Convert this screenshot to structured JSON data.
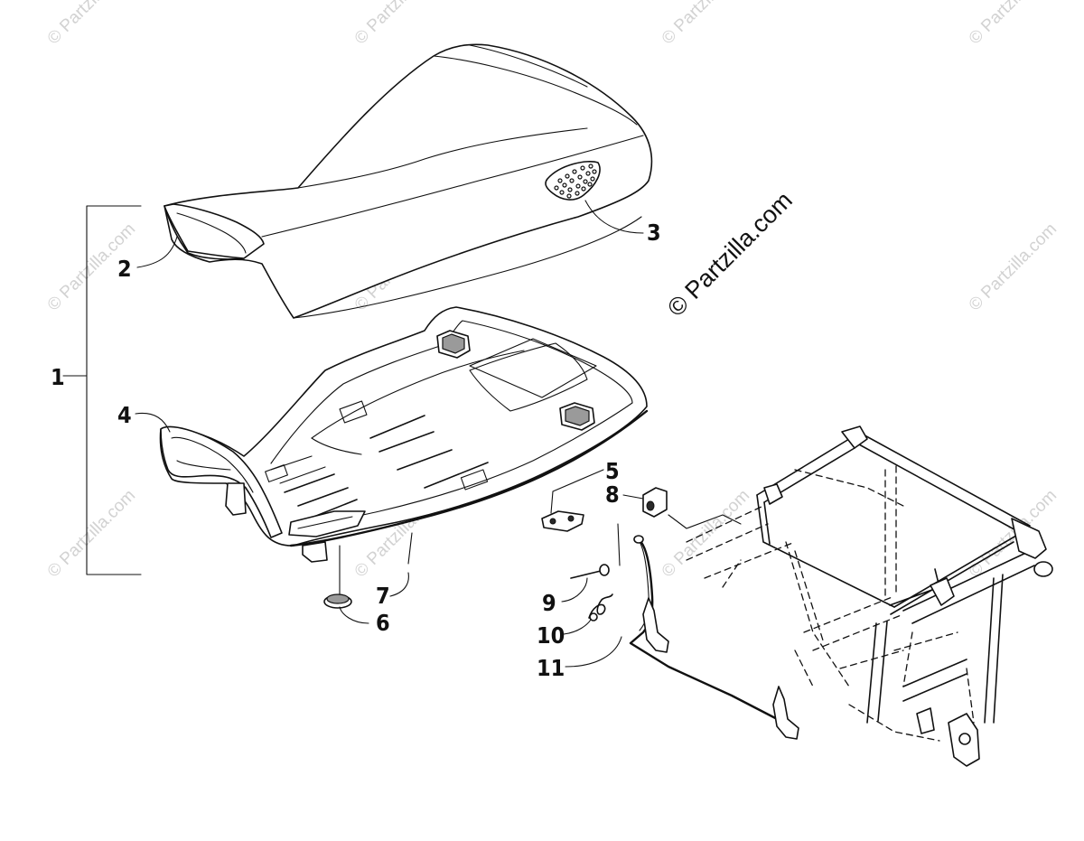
{
  "diagram": {
    "watermark_main": "© Partzilla.com",
    "watermark_faint": "© Partzilla.com",
    "callouts": [
      {
        "id": "1",
        "label": "1"
      },
      {
        "id": "2",
        "label": "2"
      },
      {
        "id": "3",
        "label": "3"
      },
      {
        "id": "4",
        "label": "4"
      },
      {
        "id": "5",
        "label": "5"
      },
      {
        "id": "6",
        "label": "6"
      },
      {
        "id": "7",
        "label": "7"
      },
      {
        "id": "8",
        "label": "8"
      },
      {
        "id": "9",
        "label": "9"
      },
      {
        "id": "10",
        "label": "10"
      },
      {
        "id": "11",
        "label": "11"
      }
    ]
  }
}
